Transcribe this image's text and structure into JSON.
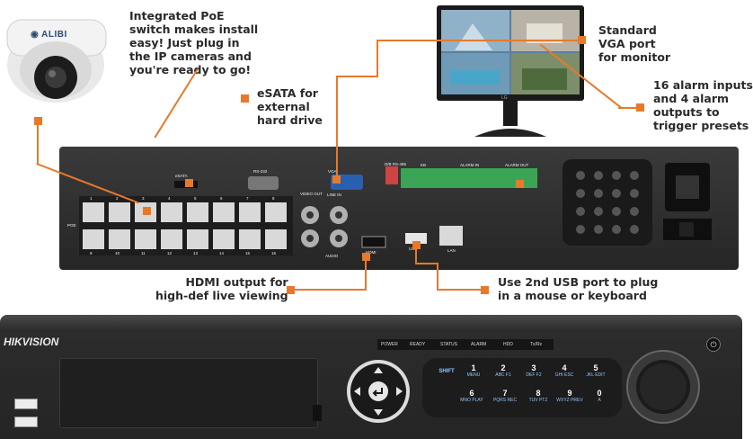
{
  "callouts": {
    "poe": [
      "Integrated PoE",
      "switch makes install",
      "easy! Just plug in",
      "the IP cameras and",
      "you're ready to go!"
    ],
    "esata": [
      "eSATA for",
      "external",
      "hard drive"
    ],
    "vga": [
      "Standard",
      "VGA port",
      "for monitor"
    ],
    "alarm": [
      "16 alarm inputs",
      "and 4 alarm",
      "outputs to",
      "trigger presets"
    ],
    "hdmi": [
      "HDMI output for",
      "high-def live viewing"
    ],
    "usb": [
      "Use 2nd USB port to plug",
      "in a mouse or keyboard"
    ]
  },
  "camera": {
    "brand": "ALIBI"
  },
  "monitor": {
    "brand": "LG"
  },
  "rear_panel": {
    "labels": {
      "esata": "eSATA",
      "rs232": "RS-232",
      "vga": "VGA",
      "video_out": "VIDEO OUT",
      "line_in": "LINE IN",
      "audio": "AUDIO",
      "hdmi": "HDMI",
      "usb": "USB",
      "lan": "LAN",
      "poe": "POE",
      "rs485": "D/B RS-485",
      "kb": "KB",
      "alarm_in": "ALARM IN",
      "alarm_out": "ALARM OUT"
    },
    "port_numbers_top": [
      "1",
      "2",
      "3",
      "4",
      "5",
      "6",
      "7",
      "8"
    ],
    "port_numbers_bottom": [
      "9",
      "10",
      "11",
      "12",
      "13",
      "14",
      "15",
      "16"
    ]
  },
  "front_panel": {
    "brand": "HIKVISION",
    "leds": [
      "POWER",
      "READY",
      "STATUS",
      "ALARM",
      "HDD",
      "Tx/Rx"
    ],
    "keys_row1": [
      {
        "num": "SHIFT",
        "sub": ""
      },
      {
        "num": "1",
        "sub": "MENU"
      },
      {
        "num": "2",
        "sub": "ABC F1"
      },
      {
        "num": "3",
        "sub": "DEF F2"
      },
      {
        "num": "4",
        "sub": "GHI ESC"
      },
      {
        "num": "5",
        "sub": "JKL EDIT"
      }
    ],
    "keys_row2": [
      {
        "num": "6",
        "sub": "MNO PLAY"
      },
      {
        "num": "7",
        "sub": "PQRS REC"
      },
      {
        "num": "8",
        "sub": "TUV PTZ"
      },
      {
        "num": "9",
        "sub": "WXYZ PREV"
      },
      {
        "num": "0",
        "sub": "A"
      }
    ]
  },
  "colors": {
    "accent": "#e8792b",
    "text": "#2a2a2a",
    "panel": "#2c2c2c",
    "terminal": "#3aa655",
    "key_sub": "#8fc7ff"
  }
}
